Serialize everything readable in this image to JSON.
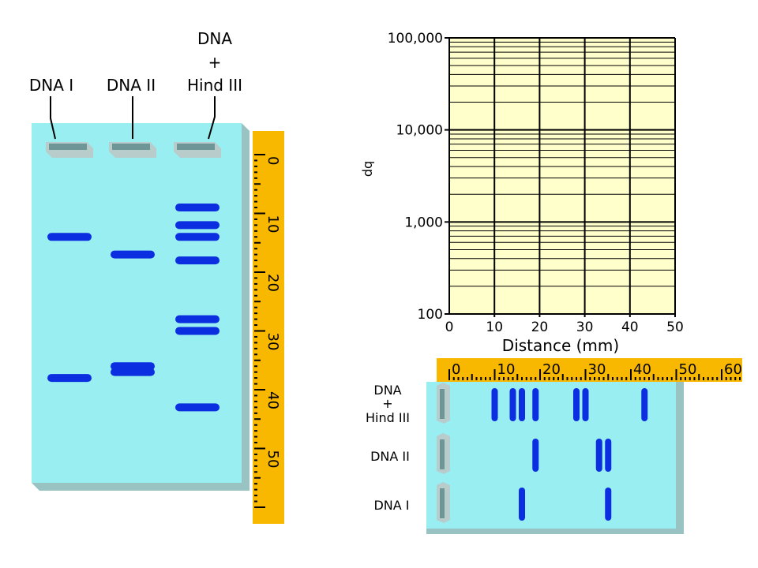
{
  "colors": {
    "gel": "#99eef2",
    "gel_shadow": "#99c2c2",
    "band": "#0a2ee0",
    "well_light": "#b8cccc",
    "well_dark": "#6e9696",
    "ruler": "#f8b800",
    "graph_bg": "#ffffcc",
    "grid": "#000000"
  },
  "vertical_gel": {
    "lanes": [
      {
        "label": "DNA I",
        "distances_mm": [
          14,
          38
        ]
      },
      {
        "label": "DNA II",
        "distances_mm": [
          17,
          36,
          37
        ]
      },
      {
        "label_lines": [
          "DNA",
          "+",
          "Hind III"
        ],
        "distances_mm": [
          9,
          12,
          14,
          18,
          28,
          30,
          43
        ]
      }
    ],
    "ruler_labels": [
      "0",
      "10",
      "20",
      "30",
      "40",
      "50"
    ]
  },
  "semilog_chart": {
    "ylabel": "bp",
    "xlabel": "Distance (mm)",
    "y_tick_labels": [
      "100,000",
      "10,000",
      "1,000",
      "100"
    ],
    "x_tick_labels": [
      "0",
      "10",
      "20",
      "30",
      "40",
      "50"
    ],
    "ylim": [
      100,
      100000
    ],
    "xlim": [
      0,
      50
    ],
    "scale": "log"
  },
  "horizontal_gel": {
    "ruler_labels": [
      "0",
      "10",
      "20",
      "30",
      "40",
      "50",
      "60"
    ],
    "lanes": [
      {
        "label_lines": [
          "DNA",
          "+",
          "Hind III"
        ],
        "distances_mm": [
          10,
          14,
          16,
          19,
          28,
          30,
          43
        ]
      },
      {
        "label": "DNA II",
        "distances_mm": [
          19,
          33,
          35
        ]
      },
      {
        "label": "DNA I",
        "distances_mm": [
          16,
          35
        ]
      }
    ]
  }
}
